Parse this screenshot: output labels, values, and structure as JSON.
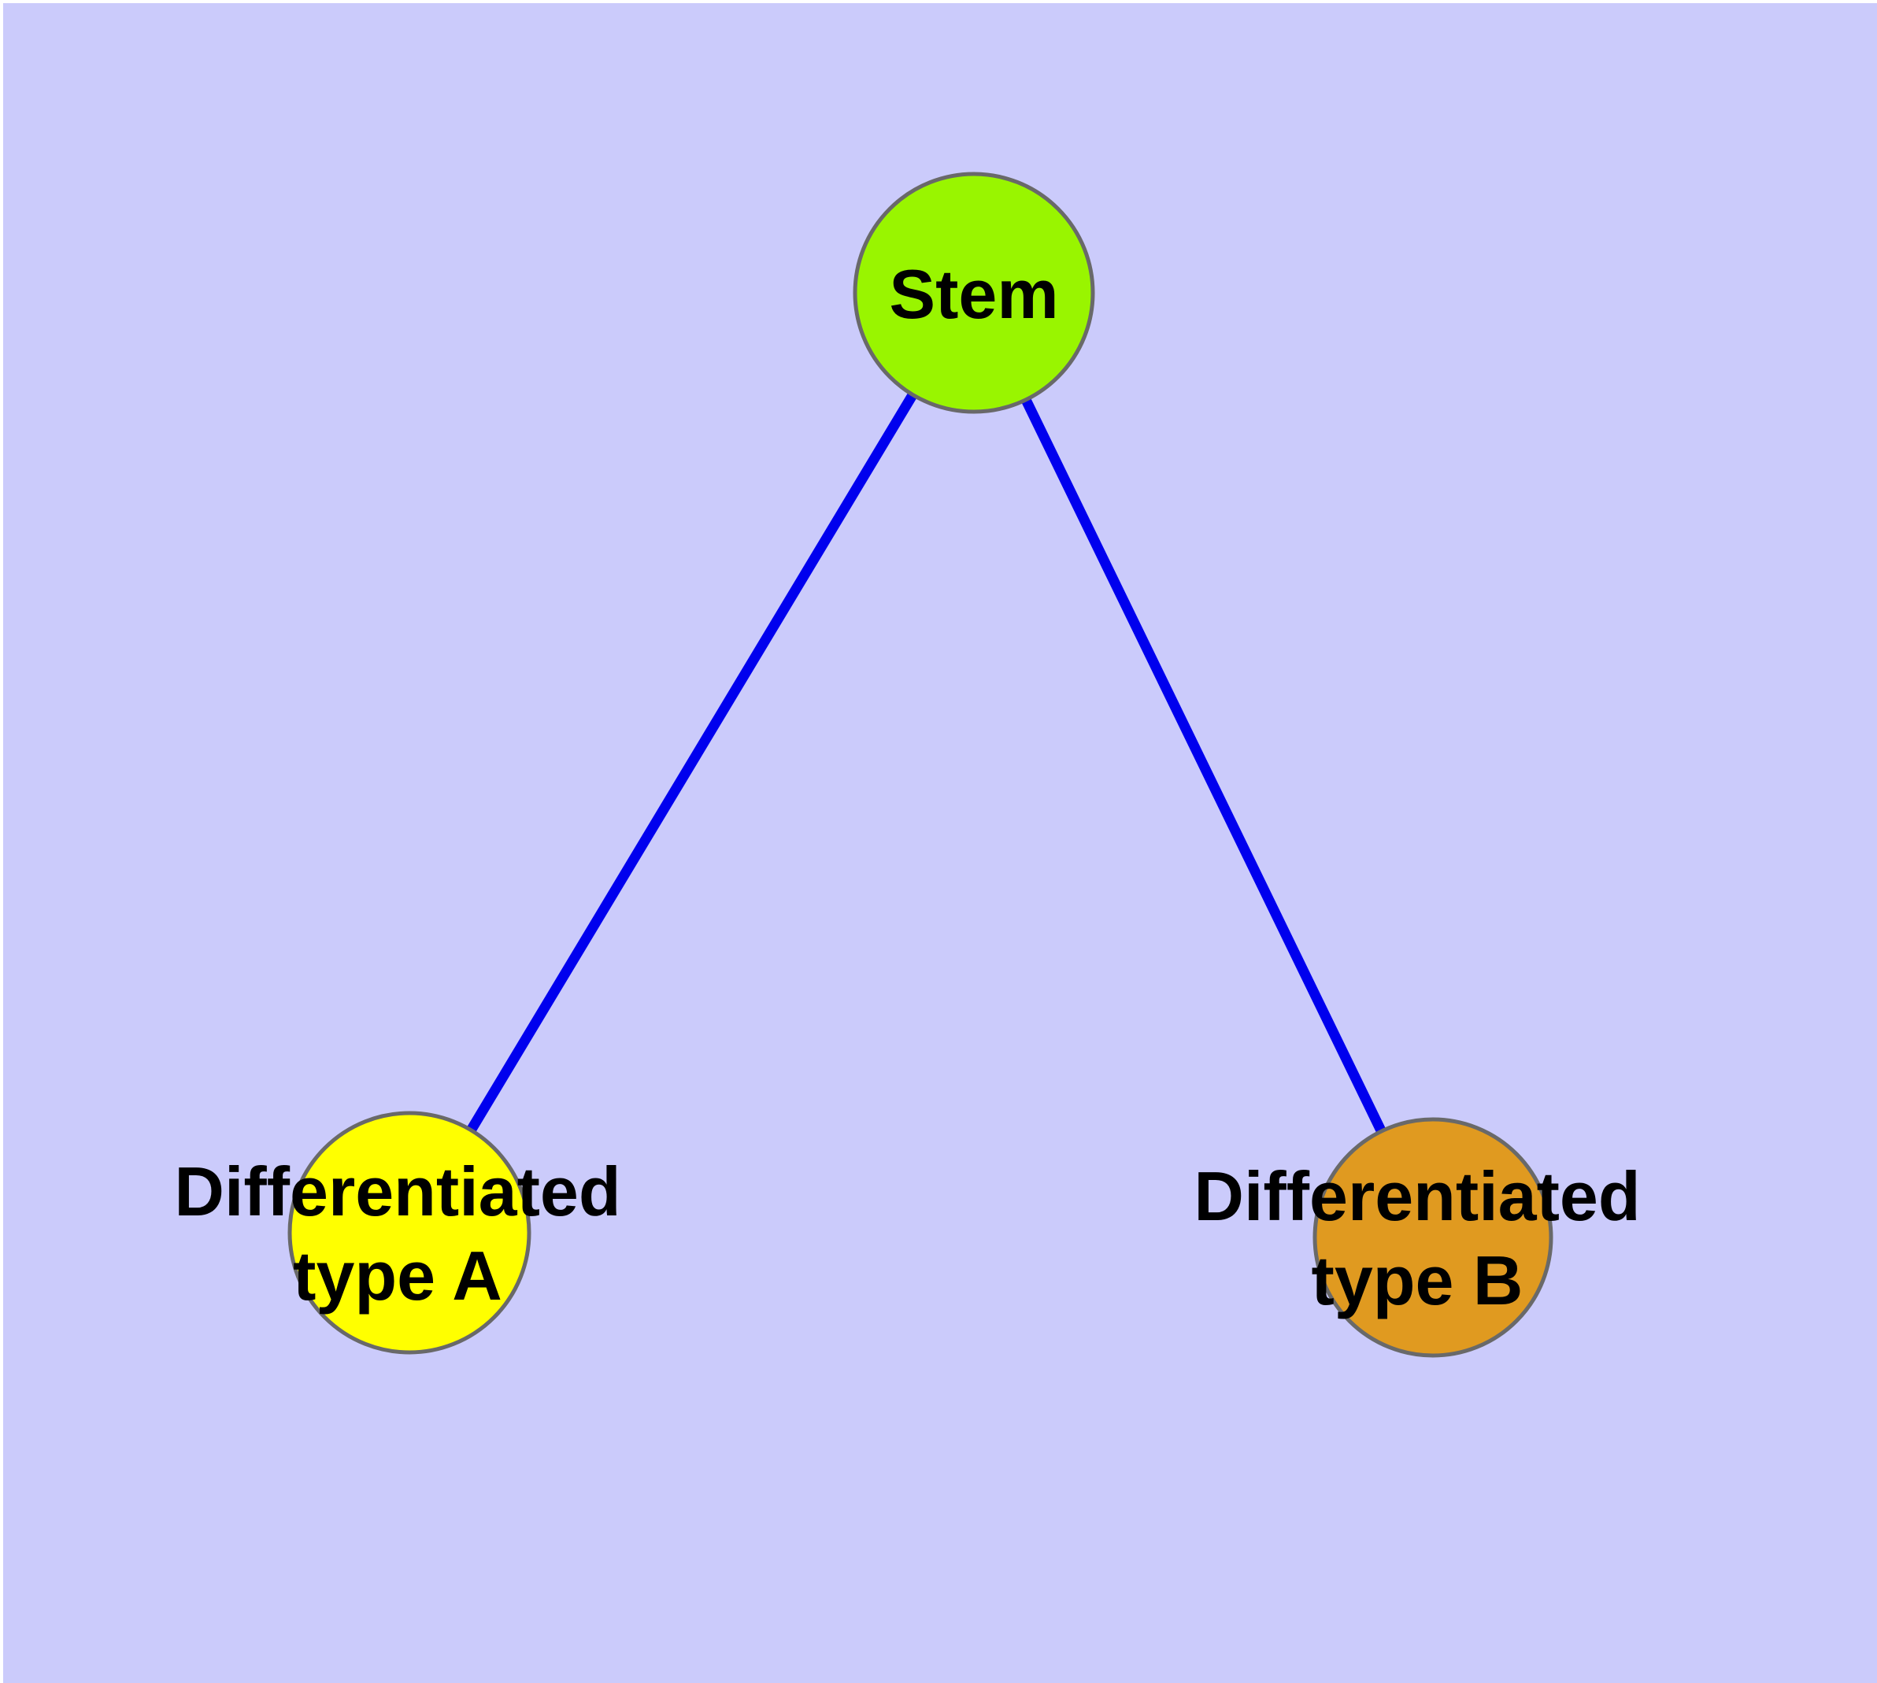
{
  "colors": {
    "page_margin": "#ffffff",
    "background": "#cbcbfb",
    "edge": "#0000ee",
    "node_border": "#696969",
    "label_text": "#000000"
  },
  "nodes": [
    {
      "id": "stem",
      "label_lines": [
        "Stem"
      ],
      "fill": "#99f500"
    },
    {
      "id": "differentiated-type-a",
      "label_lines": [
        "Differentiated",
        "type A"
      ],
      "fill": "#ffff00"
    },
    {
      "id": "differentiated-type-b",
      "label_lines": [
        "Differentiated",
        "type B"
      ],
      "fill": "#e09a20"
    }
  ],
  "edges": [
    {
      "from": "stem",
      "to": "differentiated-type-a"
    },
    {
      "from": "stem",
      "to": "differentiated-type-b"
    }
  ]
}
